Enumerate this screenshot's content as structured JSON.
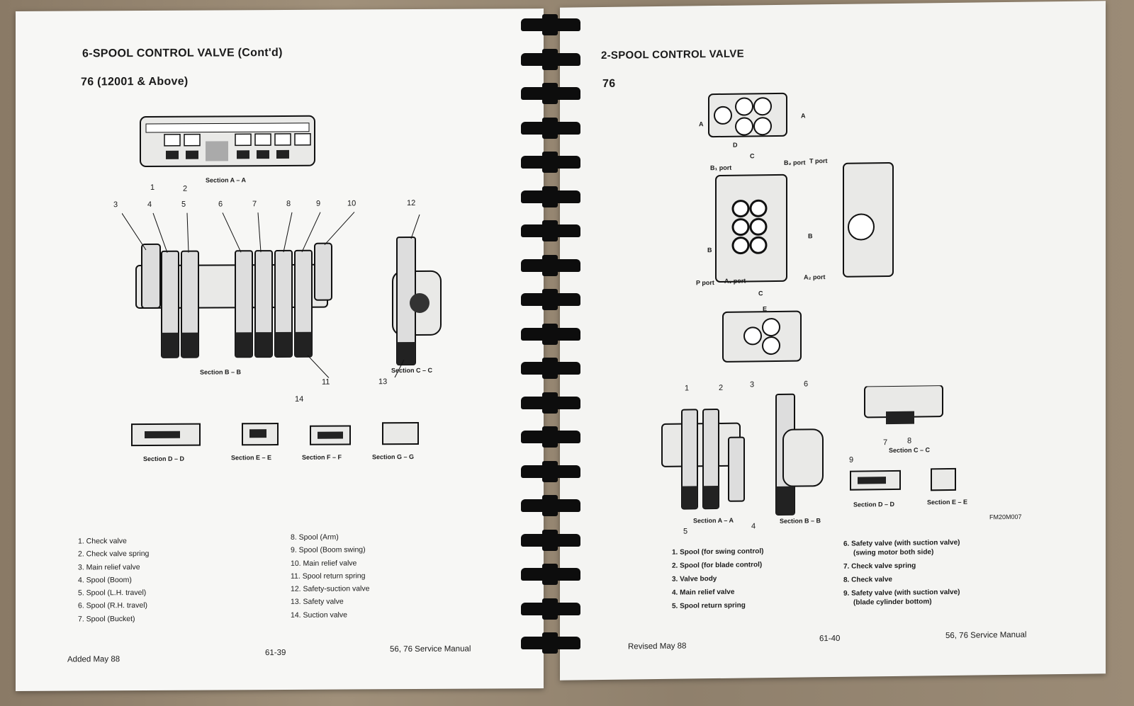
{
  "left_page": {
    "title": "6-SPOOL CONTROL VALVE (Cont'd)",
    "subtitle": "76 (12001 & Above)",
    "sections": [
      "Section A – A",
      "Section B – B",
      "Section C – C",
      "Section D – D",
      "Section E – E",
      "Section F – F",
      "Section G – G"
    ],
    "callouts": [
      "1",
      "2",
      "3",
      "4",
      "5",
      "6",
      "7",
      "8",
      "9",
      "10",
      "11",
      "12",
      "13",
      "14"
    ],
    "legend_col1": [
      "1.  Check valve",
      "2.  Check valve spring",
      "3.  Main relief valve",
      "4.  Spool (Boom)",
      "5.  Spool (L.H. travel)",
      "6.  Spool (R.H. travel)",
      "7.  Spool (Bucket)"
    ],
    "legend_col2": [
      "8.  Spool (Arm)",
      "9.  Spool (Boom swing)",
      "10.  Main relief valve",
      "11.  Spool return spring",
      "12.  Safety-suction valve",
      "13.  Safety valve",
      "14.  Suction valve"
    ],
    "footer_left": "Added May 88",
    "footer_page": "61-39",
    "footer_right": "56, 76 Service Manual"
  },
  "right_page": {
    "title": "2-SPOOL CONTROL VALVE",
    "subtitle": "76",
    "ports": [
      "B₁ port",
      "B₂ port",
      "T port",
      "P port",
      "A₁ port",
      "A₂ port"
    ],
    "cut_marks": [
      "A",
      "A",
      "D",
      "C",
      "C",
      "B",
      "B",
      "E"
    ],
    "sections": [
      "Section A – A",
      "Section B – B",
      "Section C – C",
      "Section D – D",
      "Section E – E"
    ],
    "callouts": [
      "1",
      "2",
      "3",
      "4",
      "5",
      "6",
      "7",
      "8",
      "9"
    ],
    "figure_code": "FM20M007",
    "legend_col1": [
      "1. Spool (for swing control)",
      "2. Spool (for blade control)",
      "3. Valve body",
      "4. Main relief valve",
      "5. Spool return spring"
    ],
    "legend_col2": [
      "6. Safety valve (with suction valve)",
      "(swing motor both side)",
      "7. Check valve spring",
      "8. Check valve",
      "9. Safety valve (with suction valve)",
      "(blade cylinder bottom)"
    ],
    "footer_left": "Revised May 88",
    "footer_page": "61-40",
    "footer_right": "56, 76 Service Manual"
  }
}
